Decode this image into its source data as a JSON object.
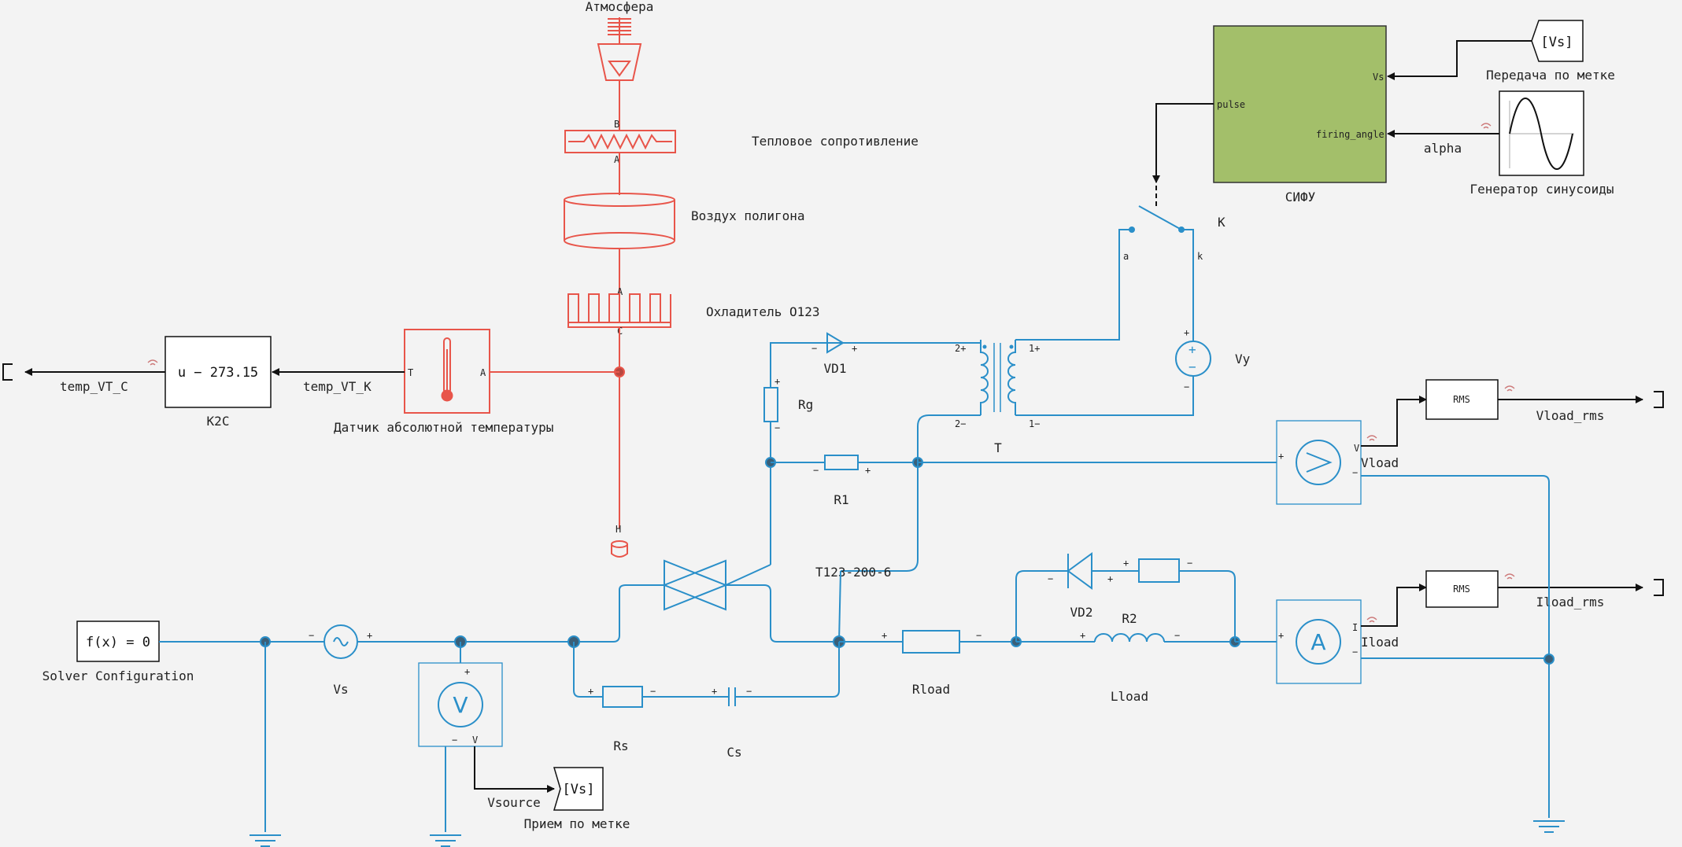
{
  "labels": {
    "atmosphere": "Атмосфера",
    "thermal_resistance": "Тепловое сопротивление",
    "polygon_air": "Воздух полигона",
    "cooler": "Охладитель О123",
    "temp_sensor": "Датчик абсолютной температуры",
    "k2c": "K2C",
    "k2c_expr": "u − 273.15",
    "temp_vt_k": "temp_VT_K",
    "temp_vt_c": "temp_VT_C",
    "sifu": "СИФУ",
    "sifu_pulse": "pulse",
    "sifu_vs": "Vs",
    "sifu_firing": "firing_angle",
    "goto_tag": "[Vs]",
    "goto_block": "Передача по метке",
    "from_tag": "[Vs]",
    "from_block": "Прием по метке",
    "alpha": "alpha",
    "sine_gen": "Генератор синусоиды",
    "switch_k": "K",
    "switch_a": "a",
    "switch_k_port": "k",
    "vy": "Vy",
    "vd1": "VD1",
    "rg": "Rg",
    "transformer": "T",
    "r1": "R1",
    "thyristor": "T123-200-6",
    "vload": "Vload",
    "vload_rms": "Vload_rms",
    "rms": "RMS",
    "iload": "Iload",
    "iload_rms": "Iload_rms",
    "vd2": "VD2",
    "r2": "R2",
    "rload": "Rload",
    "lload": "Lload",
    "solver": "Solver Configuration",
    "solver_expr": "f(x) = 0",
    "vs": "Vs",
    "rs": "Rs",
    "cs": "Cs",
    "vsource": "Vsource",
    "port_V": "V",
    "port_I": "I",
    "port_T": "T",
    "port_A": "A",
    "port_B": "B",
    "port_C": "C",
    "port_H": "H",
    "plus": "+",
    "minus": "−",
    "tw_2p": "2+",
    "tw_1p": "1+",
    "tw_2m": "2−",
    "tw_1m": "1−"
  },
  "colors": {
    "electrical": "#2a8fc9",
    "thermal": "#e8554a",
    "signal": "#111111",
    "subsystem_fill": "#a3bf6a",
    "background": "#f3f3f3"
  }
}
